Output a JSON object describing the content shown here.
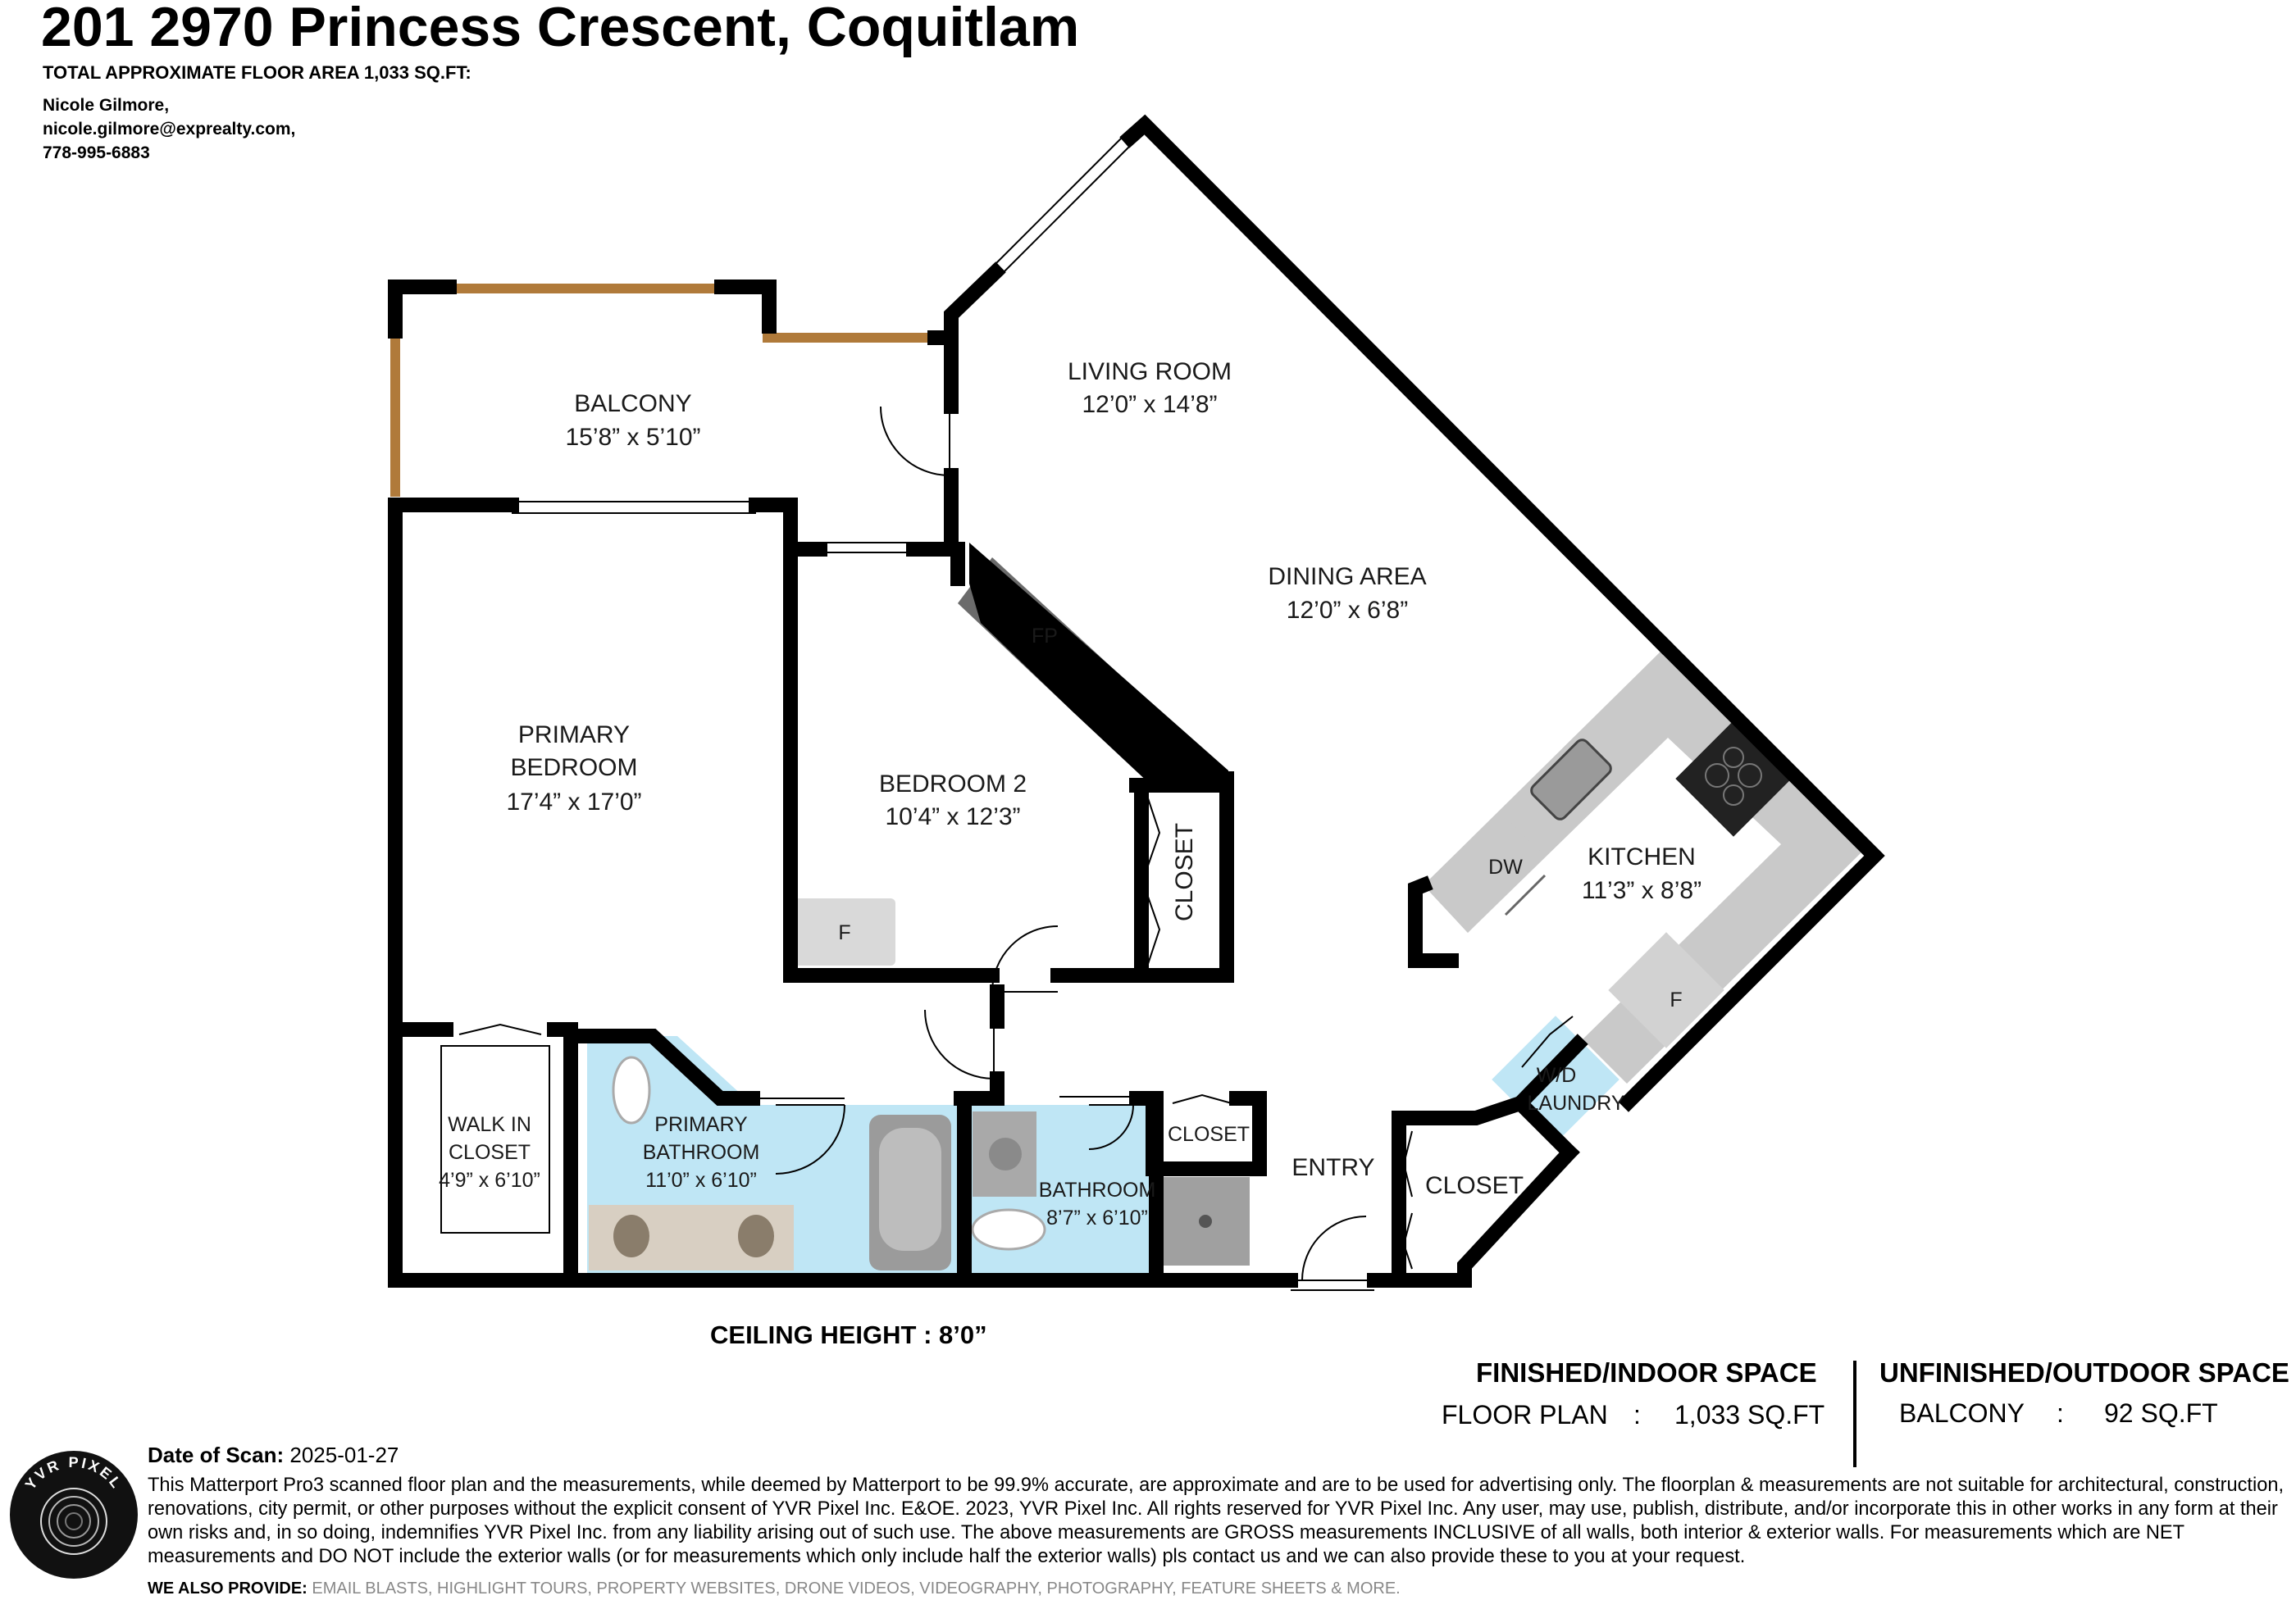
{
  "header": {
    "title": "201 2970 Princess Crescent, Coquitlam",
    "subtitle": "TOTAL APPROXIMATE FLOOR AREA 1,033 SQ.FT:",
    "contact": [
      "Nicole Gilmore,",
      "nicole.gilmore@exprealty.com,",
      "778-995-6883"
    ]
  },
  "rooms": {
    "balcony": {
      "name": "BALCONY",
      "dims": "15’8” x 5’10”"
    },
    "living": {
      "name": "LIVING ROOM",
      "dims": "12’0” x 14’8”"
    },
    "dining": {
      "name": "DINING AREA",
      "dims": "12’0” x 6’8”"
    },
    "primary_bedroom": {
      "name_1": "PRIMARY",
      "name_2": "BEDROOM",
      "dims": "17’4” x 17’0”"
    },
    "bedroom2": {
      "name": "BEDROOM 2",
      "dims": "10’4” x 12’3”"
    },
    "kitchen": {
      "name": "KITCHEN",
      "dims": "11’3” x 8’8”"
    },
    "walk_in": {
      "name_1": "WALK IN",
      "name_2": "CLOSET",
      "dims": "4’9” x 6’10”"
    },
    "primary_bath": {
      "name_1": "PRIMARY",
      "name_2": "BATHROOM",
      "dims": "11’0” x 6’10”"
    },
    "bathroom": {
      "name": "BATHROOM",
      "dims": "8’7” x 6’10”"
    },
    "entry": {
      "name": "ENTRY"
    },
    "closet_entry": {
      "name": "CLOSET"
    },
    "closet_bath": {
      "name": "CLOSET"
    },
    "closet_bed2": {
      "name": "CLOSET"
    },
    "laundry": {
      "name_1": "W/D",
      "name_2": "LAUNDRY"
    }
  },
  "fixtures": {
    "fireplace": "FP",
    "fridge_bed2": "F",
    "fridge_kitchen": "F",
    "dishwasher": "DW"
  },
  "ceiling_height": "CEILING HEIGHT : 8’0”",
  "spaces": {
    "finished": {
      "heading": "FINISHED/INDOOR SPACE",
      "label": "FLOOR PLAN",
      "sep": ":",
      "value": "1,033 SQ.FT"
    },
    "unfinished": {
      "heading": "UNFINISHED/OUTDOOR SPACE",
      "label": "BALCONY",
      "sep": ":",
      "value": "92 SQ.FT"
    }
  },
  "footer": {
    "date_label": "Date of Scan:",
    "date_value": "2025-01-27",
    "disclaimer": "This Matterport Pro3 scanned floor plan and the measurements, while deemed by Matterport to be 99.9% accurate, are approximate and are to be used for advertising only. The floorplan & measurements are not suitable for architectural, construction, renovations, city permit, or other purposes without the explicit consent of YVR Pixel Inc. E&OE. 2023, YVR Pixel Inc. All rights reserved for YVR Pixel Inc. Any user, may use, publish, distribute, and/or incorporate this in other works in any form at their own risks and, in so doing, indemnifies YVR Pixel Inc. from any liability arising out of such use. The above measurements are GROSS measurements INCLUSIVE of all walls, both interior & exterior walls. For measurements which are NET measurements and DO NOT include the exterior walls (or for measurements which only include half the exterior walls) pls contact us and we can also provide these to you at your request.",
    "also_label": "WE ALSO PROVIDE:",
    "also_value": "EMAIL BLASTS, HIGHLIGHT TOURS, PROPERTY WEBSITES, DRONE VIDEOS, VIDEOGRAPHY, PHOTOGRAPHY, FEATURE SHEETS & MORE.",
    "logo_text": "YVR PIXEL"
  },
  "colors": {
    "wall": "#000000",
    "balcony_rail": "#b07a3a",
    "bath_fill": "#bfe6f5",
    "counter": "#c9c9c9",
    "fixture": "#d9d9d9"
  }
}
